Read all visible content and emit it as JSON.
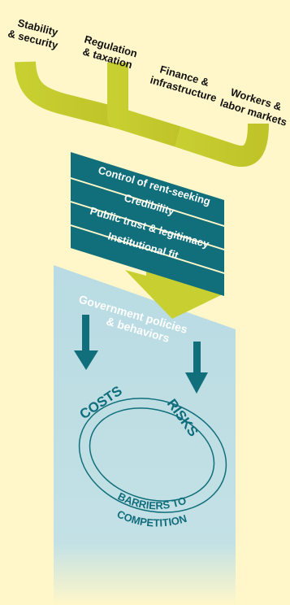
{
  "top_labels": {
    "stability_line1": "Stability",
    "stability_line2": "& security",
    "regulation_line1": "Regulation",
    "regulation_line2": "& taxation",
    "finance_line1": "Finance &",
    "finance_line2": "infrastructure",
    "workers_line1": "Workers &",
    "workers_line2": "labor markets"
  },
  "bars": [
    "Control of rent-seeking",
    "Credibility",
    "Public trust & legitimacy",
    "Institutional fit"
  ],
  "panel": {
    "title_line1": "Government policies",
    "title_line2": "& behaviors"
  },
  "ring": {
    "costs": "COSTS",
    "risks": "RISKS",
    "barriers_line1": "BARRIERS TO",
    "barriers_line2": "COMPETITION"
  },
  "colors": {
    "background": "#fff7c9",
    "fork_green": "#c8cf32",
    "bar_teal": "#116f7b",
    "panel_blue": "#bcdde3",
    "arrow_teal": "#116f7b"
  }
}
